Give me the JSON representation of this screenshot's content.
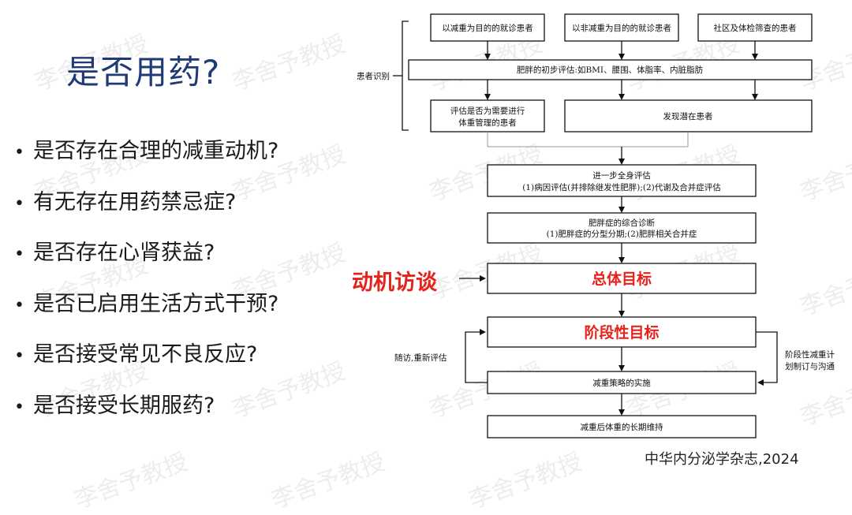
{
  "title": "是否用药?",
  "questions": [
    "是否存在合理的减重动机?",
    "有无存在用药禁忌症?",
    "是否存在心肾获益?",
    "是否已启用生活方式干预?",
    "是否接受常见不良反应?",
    "是否接受长期服药?"
  ],
  "bullet": "•",
  "source": "中华内分泌学杂志,2024",
  "watermark": "李舍予教授",
  "motive_label": "动机访谈",
  "flowchart": {
    "bracket_label": "患者识别",
    "top_boxes": [
      "以减重为目的的就诊患者",
      "以非减重为目的的就诊患者",
      "社区及体检筛查的患者"
    ],
    "initial_assessment": "肥胖的初步评估:如BMI、腰围、体脂率、内脏脂肪",
    "need_weight_mgmt": [
      "评估是否为需要进行",
      "体重管理的患者"
    ],
    "find_potential": "发现潜在患者",
    "further_eval": [
      "进一步全身评估",
      "(1)病因评估(并排除继发性肥胖);(2)代谢及合并症评估"
    ],
    "diagnosis": [
      "肥胖症的综合诊断",
      "(1)肥胖症的分型分期;(2)肥胖相关合并症"
    ],
    "overall_goal": "总体目标",
    "stage_goal": "阶段性目标",
    "left_loop_label": "随访,重新评估",
    "right_loop_label": [
      "阶段性减重计",
      "划制订与沟通"
    ],
    "implement": "减重策略的实施",
    "maintenance": "减重后体重的长期维持"
  }
}
